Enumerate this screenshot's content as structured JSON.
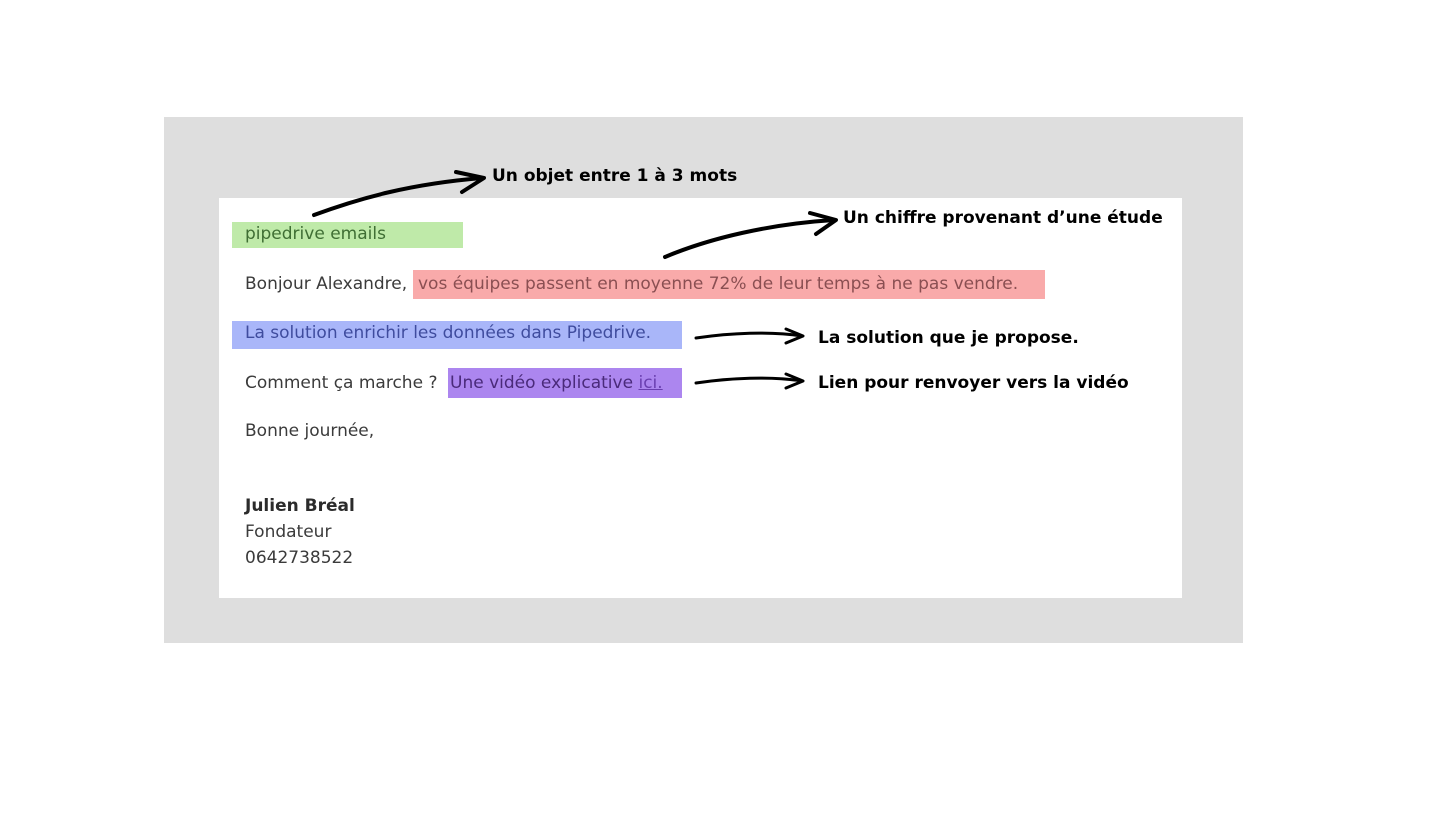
{
  "email": {
    "subject": "pipedrive emails",
    "greeting": "Bonjour Alexandre,",
    "statistic": "vos équipes passent en moyenne 72% de leur temps à ne pas vendre.",
    "solution": "La solution enrichir les données dans Pipedrive.",
    "how_prefix": "Comment ça marche ?",
    "video_text": "Une vidéo explicative",
    "video_link": "ici.",
    "closing": "Bonne journée,",
    "signature": {
      "name": "Julien Bréal",
      "role": "Fondateur",
      "phone": "0642738522"
    }
  },
  "annotations": {
    "subject_note": "Un objet entre 1 à 3 mots",
    "stat_note": "Un chiffre provenant d’une étude",
    "solution_note": "La solution que je propose.",
    "video_note": "Lien pour renvoyer vers la vidéo"
  },
  "colors": {
    "subject_highlight": "#bfeaa9",
    "stat_highlight": "#f9aaaa",
    "solution_highlight": "#a9b6f9",
    "video_highlight": "#ac86ef",
    "panel_background": "#dedede"
  }
}
